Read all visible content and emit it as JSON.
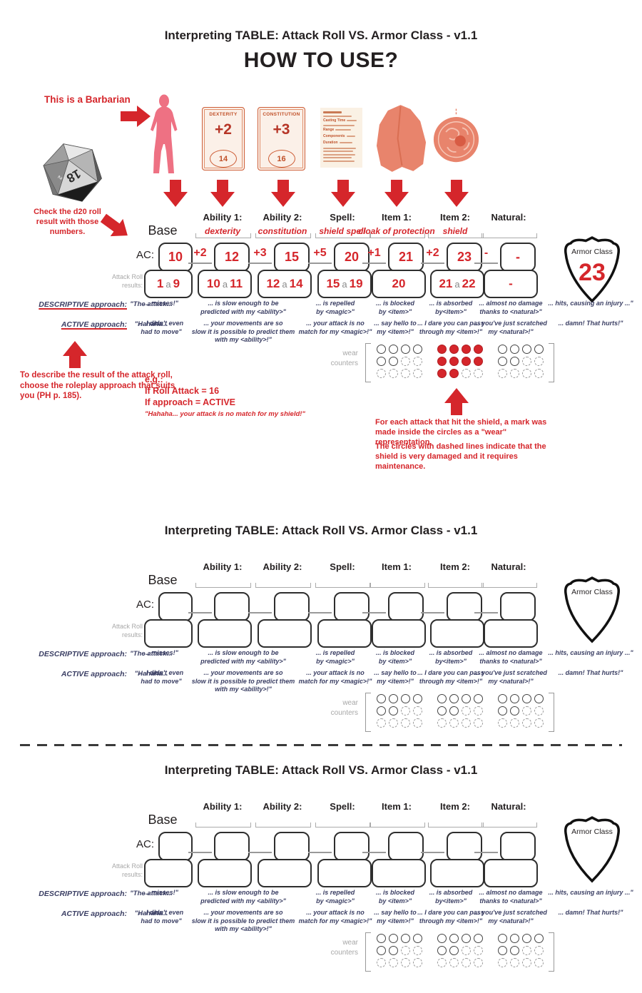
{
  "colors": {
    "red": "#d5262b",
    "pink": "#ee7183",
    "salmon": "#e8846c",
    "card_border": "#cd5d36",
    "navy_text": "#3a3e63",
    "gray_label": "#a8a8a8"
  },
  "header": {
    "title": "Interpreting TABLE: Attack Roll VS. Armor Class - v1.1",
    "subtitle": "HOW TO USE?"
  },
  "intro": {
    "barbarian_label": "This is a Barbarian",
    "d20_note": "Check the d20 roll\nresult with those\nnumbers.",
    "d20_faces": [
      "18",
      "2"
    ],
    "cards": [
      {
        "type": "ability",
        "title": "DEXTERITY",
        "modifier": "+2",
        "score": "14"
      },
      {
        "type": "ability",
        "title": "CONSTITUTION",
        "modifier": "+3",
        "score": "16"
      },
      {
        "type": "spell",
        "bold_labels": [
          "Casting Time",
          "Range",
          "Components",
          "Duration"
        ]
      },
      {
        "type": "cloak"
      },
      {
        "type": "round-shield"
      }
    ]
  },
  "table": {
    "base_label": "Base",
    "ac_label": "AC:",
    "attack_roll_label": "Attack Roll\nresults:",
    "armor_class_label": "Armor Class",
    "columns": [
      {
        "header": "Ability 1:",
        "sub": "dexterity"
      },
      {
        "header": "Ability 2:",
        "sub": "constitution"
      },
      {
        "header": "Spell:",
        "sub": "shield spell"
      },
      {
        "header": "Item 1:",
        "sub": "cloak of protection"
      },
      {
        "header": "Item 2:",
        "sub": "shield"
      },
      {
        "header": "Natural:",
        "sub": ""
      }
    ],
    "filled": {
      "base_ac": "10",
      "base_roll": "1 a 9",
      "mods": [
        "+2",
        "+3",
        "+5",
        "+1",
        "+2",
        "-"
      ],
      "acs": [
        "12",
        "15",
        "20",
        "21",
        "23",
        "-"
      ],
      "rolls": [
        "10 a 11",
        "12 a 14",
        "15 a19",
        "20",
        "21 a 22",
        "-"
      ],
      "armor_class_value": "23"
    }
  },
  "approaches": {
    "descriptive_label": "DESCRIPTIVE approach:",
    "active_label": "ACTIVE approach:",
    "descriptive_intro": "\"The attack...",
    "active_intro": "\"Hahaha...",
    "descriptive": [
      "... misses!\"",
      "... is slow enough to be\npredicted with my <ability>\"",
      "... is repelled\nby <magic>\"",
      "... is blocked\nby <item>\"",
      "... is absorbed\nby<item>\"",
      "... almost no damage\nthanks to <natural>\"",
      "... hits, causing an injury ...\""
    ],
    "active": [
      "... I didn't even\nhad to move\"",
      "... your movements are so\nslow it is possible to predict them\nwith my <ability>!\"",
      "... your attack is no\nmatch for my <magic>!\"",
      "... say hello to\nmy <item>!\"",
      "... I dare you can pass\nthrough my <item>!\"",
      "... you've just scratched\nmy <natural>!\"",
      "... damn! That hurts!\""
    ]
  },
  "wear": {
    "label": "wear\ncounters",
    "blank_group": [
      "s",
      "s",
      "s",
      "s",
      "s",
      "s",
      "d",
      "d",
      "d",
      "d",
      "d",
      "d"
    ],
    "filled_groups": [
      [
        "s",
        "s",
        "s",
        "s",
        "s",
        "s",
        "d",
        "d",
        "d",
        "d",
        "d",
        "d"
      ],
      [
        "f",
        "f",
        "f",
        "f",
        "f",
        "f",
        "f",
        "f",
        "f",
        "f",
        "d",
        "d"
      ],
      [
        "s",
        "s",
        "s",
        "s",
        "s",
        "s",
        "d",
        "d",
        "d",
        "d",
        "d",
        "d"
      ]
    ]
  },
  "notes": {
    "approach_note": "To describe the result of the attack roll, choose the roleplay approach that suits you (PH p. 185).",
    "example_heading": "e.g.:",
    "example_line1": "If Roll Attack = 16",
    "example_line2": "If approach = ACTIVE",
    "example_quote": "\"Hahaha...  your attack is no match for my shield!\"",
    "wear_note1": "For each attack that hit the shield, a mark was made inside the circles as a \"wear\" representation.",
    "wear_note2": "The circles with dashed lines indicate that the shield is very damaged and it requires maintenance."
  }
}
